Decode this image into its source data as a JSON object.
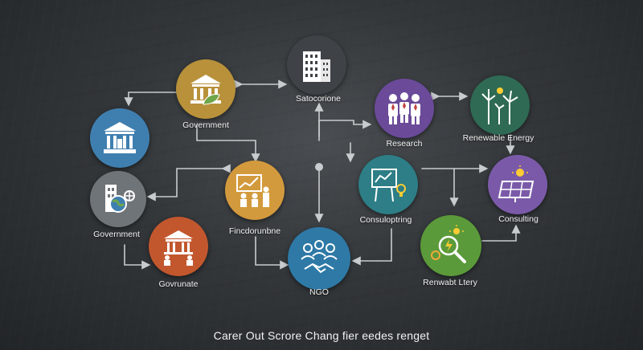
{
  "nodes": [
    {
      "label": "Satocorione",
      "icon": "office-building-icon",
      "color": "#3f4347"
    },
    {
      "label": "Government",
      "icon": "government-building-leaf-icon",
      "color": "#b8913a"
    },
    {
      "label": "Research",
      "icon": "research-team-icon",
      "color": "#6a4a99"
    },
    {
      "label": "Renewable Energy",
      "icon": "wind-turbines-icon",
      "color": "#2f6a54"
    },
    {
      "label": "",
      "icon": "government-building-icon",
      "color": "#3f7fb0"
    },
    {
      "label": "Fincdorunbne",
      "icon": "finance-presentation-icon",
      "color": "#d39a3d"
    },
    {
      "label": "Consuloptring",
      "icon": "consulting-whiteboard-icon",
      "color": "#2d7e86"
    },
    {
      "label": "Consulting",
      "icon": "solar-panel-icon",
      "color": "#7a5aa8"
    },
    {
      "label": "Government",
      "icon": "globe-building-icon",
      "color": "#6f7478"
    },
    {
      "label": "Govrunate",
      "icon": "courthouse-people-icon",
      "color": "#c2572e"
    },
    {
      "label": "NGO",
      "icon": "handshake-people-icon",
      "color": "#2e79a6"
    },
    {
      "label": "Renwabt Ltery",
      "icon": "magnifier-energy-icon",
      "color": "#5b9a3a"
    }
  ],
  "caption": "Carer Out Scrore Chang fier eedes renget"
}
